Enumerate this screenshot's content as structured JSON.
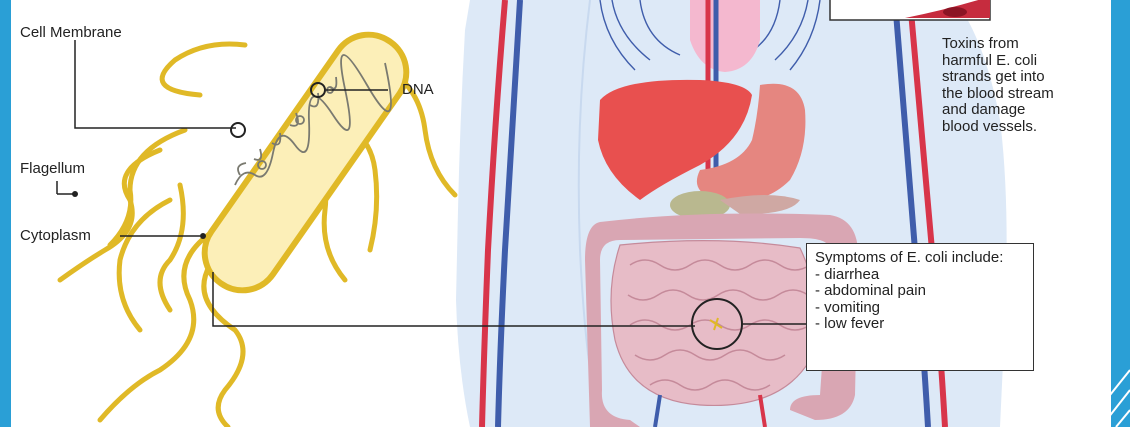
{
  "labels": {
    "cell_membrane": "Cell Membrane",
    "dna": "DNA",
    "flagellum": "Flagellum",
    "cytoplasm": "Cytoplasm"
  },
  "toxins_note": {
    "lines": [
      "Toxins from",
      "harmful E. coli",
      "strands get into",
      "the blood stream",
      "and damage",
      "blood vessels."
    ]
  },
  "symptoms": {
    "heading": "Symptoms of E. coli include:",
    "items": [
      "diarrhea",
      "abdominal pain",
      "vomiting",
      "low fever"
    ]
  },
  "colors": {
    "frame_blue": "#2a9fd6",
    "body_blue": "#dde9f7",
    "bacterium_fill": "#fcefb8",
    "flagella": "#e0b927",
    "liver": "#e8504f",
    "stomach": "#e58680",
    "intestine": "#d9a6b3",
    "artery": "#d8354a",
    "vein": "#3f5dab"
  }
}
